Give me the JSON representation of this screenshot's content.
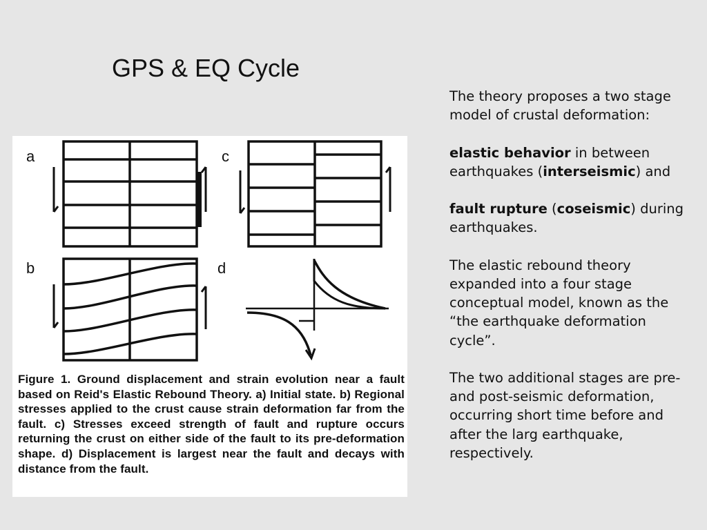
{
  "slide": {
    "title": "GPS & EQ Cycle"
  },
  "figure": {
    "panel_labels": {
      "a": "a",
      "b": "b",
      "c": "c",
      "d": "d"
    },
    "caption": "Figure 1. Ground displacement and strain evolution near a fault based on Reid's Elastic Rebound Theory. a) Initial state. b) Regional stresses applied to the crust cause strain deformation far from the fault. c) Stresses exceed strength of fault and rupture occurs returning the crust on either side of the fault to its pre-deformation shape. d) Displacement is largest near the fault and decays with distance from the fault."
  },
  "body": {
    "p1": "The theory proposes a two stage model of crustal deformation:",
    "p2": {
      "b1": "elastic behavior",
      "t1": " in between earthquakes (",
      "b2": "interseismic",
      "t2": ") and"
    },
    "p3": {
      "b1": "fault rupture",
      "t1": " (",
      "b2": "coseismic",
      "t2": ") during earthquakes."
    },
    "p4": "The elastic rebound theory expanded into a four stage conceptual model, known as the “the earthquake deformation cycle”.",
    "p5": "The two additional stages are pre- and post-seismic deformation, occurring short time before and after the larg earthquake, respectively."
  }
}
